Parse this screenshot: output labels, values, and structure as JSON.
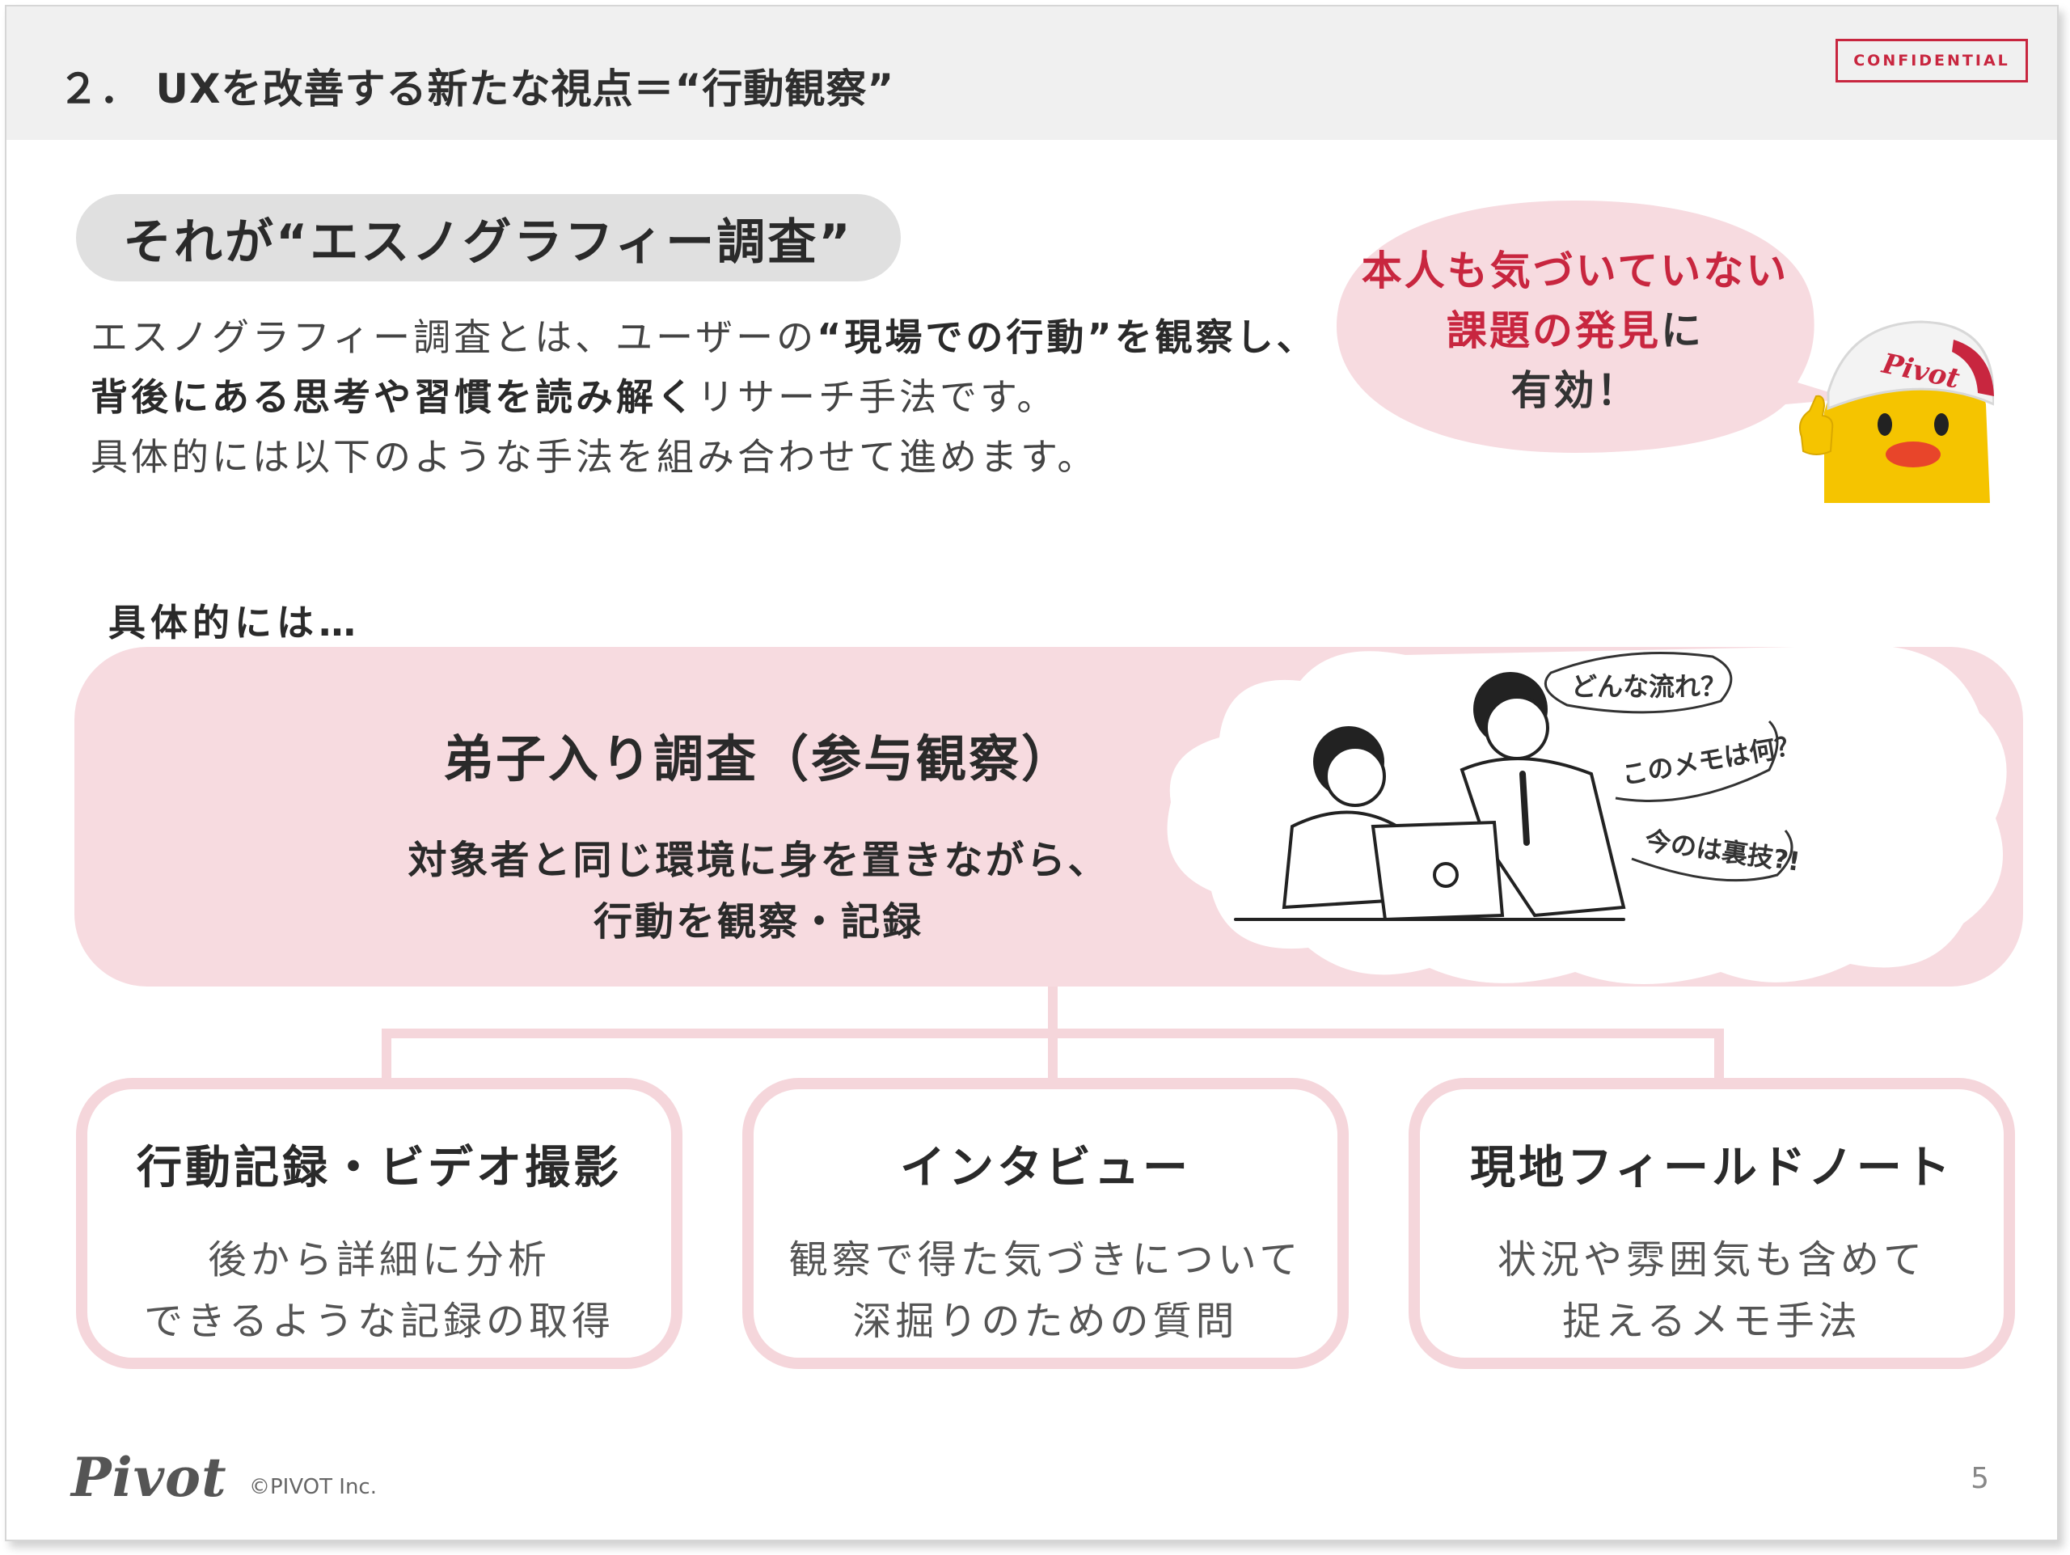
{
  "header": {
    "title": "２． UXを改善する新たな視点＝“行動観察”",
    "badge": "CONFIDENTIAL"
  },
  "section": {
    "heading": "それが“エスノグラフィー調査”",
    "intro": {
      "line1_a": "エスノグラフィー調査とは、ユーザーの",
      "line1_b": "“現場での行動”を観察し、",
      "line2_a": "背後にある思考や習慣を読み解く",
      "line2_b": "リサーチ手法です。",
      "line3": "具体的には以下のような手法を組み合わせて進めます。"
    }
  },
  "bubble": {
    "line1": "本人も気づいていない",
    "line2_red": "課題の発見",
    "line2_tail": "に",
    "line3": "有効！"
  },
  "mascot": {
    "cap_text": "Pivot"
  },
  "subhead": "具体的には…",
  "main_method": {
    "title": "弟子入り調査（参与観察）",
    "desc_line1": "対象者と同じ環境に身を置きながら、",
    "desc_line2": "行動を観察・記録"
  },
  "illustration": {
    "thoughts": [
      "どんな流れ？",
      "このメモは何？",
      "今のは裏技?!"
    ]
  },
  "cards": [
    {
      "title": "行動記録・ビデオ撮影",
      "desc1": "後から詳細に分析",
      "desc2": "できるような記録の取得"
    },
    {
      "title": "インタビュー",
      "desc1": "観察で得た気づきについて",
      "desc2": "深掘りのための質問"
    },
    {
      "title": "現地フィールドノート",
      "desc1": "状況や雰囲気も含めて",
      "desc2": "捉えるメモ手法"
    }
  ],
  "footer": {
    "logo": "Pivot",
    "copyright": "©PIVOT Inc.",
    "page": "5"
  },
  "colors": {
    "accent_red": "#c8263f",
    "pink": "#f7dbe0",
    "header_bg": "#f0f0f0"
  }
}
